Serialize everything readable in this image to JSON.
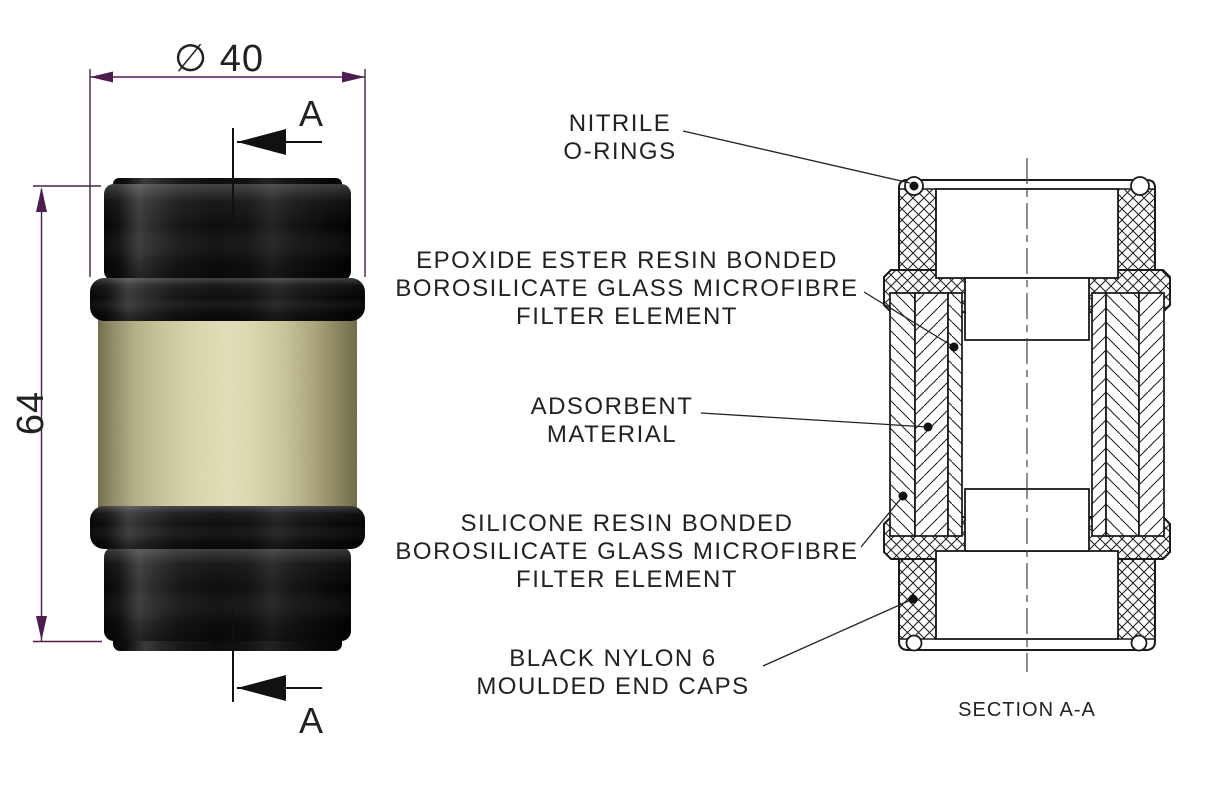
{
  "drawing": {
    "dimensions": {
      "diameter": "∅ 40",
      "height": "64"
    },
    "section_marker": "A",
    "section_caption": "SECTION A-A",
    "labels": {
      "orings": {
        "line1": "NITRILE",
        "line2": "O-RINGS"
      },
      "epoxide": {
        "line1": "EPOXIDE ESTER RESIN BONDED",
        "line2": "BOROSILICATE GLASS MICROFIBRE",
        "line3": "FILTER ELEMENT"
      },
      "adsorbent": {
        "line1": "ADSORBENT",
        "line2": "MATERIAL"
      },
      "silicone": {
        "line1": "SILICONE RESIN BONDED",
        "line2": "BOROSILICATE GLASS MICROFIBRE",
        "line3": "FILTER ELEMENT"
      },
      "endcaps": {
        "line1": "BLACK NYLON 6",
        "line2": "MOULDED END CAPS"
      }
    },
    "colors": {
      "dimension": "#4d1d50",
      "line": "#1a1a1a",
      "label_text": "#222222",
      "filter_media": "#d9d4a8",
      "end_cap_black": "#141414"
    }
  }
}
